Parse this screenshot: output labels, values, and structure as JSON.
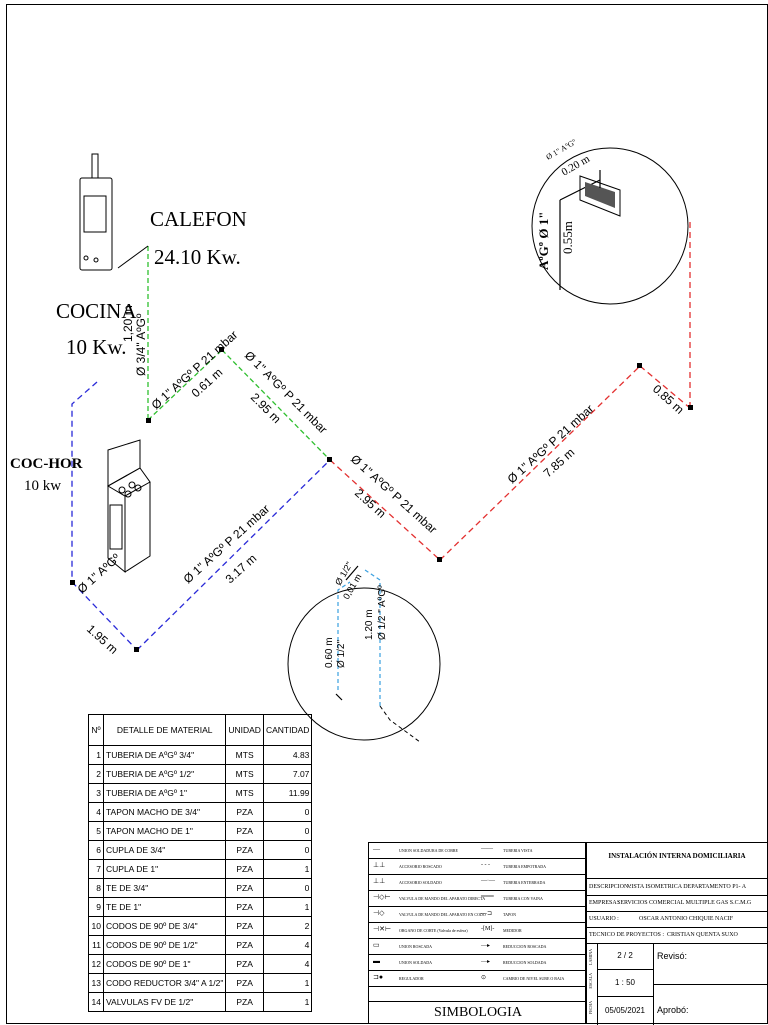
{
  "appliances": {
    "calefon": {
      "name": "CALEFON",
      "power": "24.10 Kw."
    },
    "cocina": {
      "name": "COCINA",
      "power": "10 Kw."
    },
    "coc_hor": {
      "name": "COC-HOR",
      "power": "10 kw"
    }
  },
  "pipe_labels": {
    "green_vertical": "Ø 3/4\" AºGº",
    "green_vertical_len": "1,20 m",
    "green_diag1": "Ø 1\" AºGº P 21 mbar",
    "green_diag1_len": "0.61 m",
    "green_diag2": "Ø 1\" AºGº P 21 mbar",
    "green_diag2_len": "2.95 m",
    "blue_diag": "Ø 1\" AºGº P 21 mbar",
    "blue_diag_len": "3.17 m",
    "blue_left": "Ø 1\" AºGº",
    "blue_left_len": "1.95 m",
    "red_diag1": "Ø 1\" AºGº P 21 mbar",
    "red_diag1_len": "2.95 m",
    "red_diag2": "Ø 1\" AºGº P 21 mbar",
    "red_diag2_len": "7.85 m",
    "red_right_len": "0.85 m"
  },
  "detail_top": {
    "label_a": "Ø 1\" AºGº",
    "label_b": "0.20 m",
    "label_c": "AºGº Ø 1\"",
    "label_d": "0.55m"
  },
  "detail_bottom": {
    "label_a": "Ø 1/2\"",
    "label_b": "0,01 m",
    "label_c": "0.60 m",
    "label_d": "Ø 1/2\"",
    "label_e": "1.20 m",
    "label_f": "Ø 1/2 \" AºGº"
  },
  "materials": {
    "headers": [
      "Nº",
      "DETALLE DE MATERIAL",
      "UNIDAD",
      "CANTIDAD"
    ],
    "rows": [
      [
        "1",
        "TUBERIA DE AºGº 3/4\"",
        "MTS",
        "4.83"
      ],
      [
        "2",
        "TUBERIA DE AºGº 1/2\"",
        "MTS",
        "7.07"
      ],
      [
        "3",
        "TUBERIA DE AºGº 1\"",
        "MTS",
        "11.99"
      ],
      [
        "4",
        "TAPON MACHO DE 3/4\"",
        "PZA",
        "0"
      ],
      [
        "5",
        "TAPON MACHO DE 1\"",
        "PZA",
        "0"
      ],
      [
        "6",
        "CUPLA DE 3/4\"",
        "PZA",
        "0"
      ],
      [
        "7",
        "CUPLA DE 1\"",
        "PZA",
        "1"
      ],
      [
        "8",
        "TE DE 3/4\"",
        "PZA",
        "0"
      ],
      [
        "9",
        "TE DE 1\"",
        "PZA",
        "1"
      ],
      [
        "10",
        "CODOS DE 90º DE 3/4\"",
        "PZA",
        "2"
      ],
      [
        "11",
        "CODOS DE 90º DE 1/2\"",
        "PZA",
        "4"
      ],
      [
        "12",
        "CODOS DE 90º DE 1\"",
        "PZA",
        "4"
      ],
      [
        "13",
        "CODO REDUCTOR 3/4\" A 1/2\"",
        "PZA",
        "1"
      ],
      [
        "14",
        "VALVULAS FV DE 1/2\"",
        "PZA",
        "1"
      ]
    ]
  },
  "symbology": {
    "title": "SIMBOLOGIA",
    "left": [
      "UNION SOLDADURA DE COBRE",
      "ACCESORIO ROSCADO",
      "ACCESORIO SOLDADO",
      "VALVULA DE MANDO DEL APARATO DIRECTA",
      "VALVULA DE MANDO DEL APARATO EN CODO",
      "ORGANO DE CORTE (Valvula de esfera)",
      "UNION ROSCADA",
      "UNION SOLDADA",
      "REGULADOR"
    ],
    "right": [
      "TUBERIA VISTA",
      "TUBERIA EMPOTRADA",
      "TUBERIA ENTERRADA",
      "TUBERIA CON VAINA",
      "TAPON",
      "MEDIDOR",
      "REDUCCION ROSCADA",
      "REDUCCION SOLDADA",
      "CAMBIO DE NIVEL SUBE O BAJA"
    ]
  },
  "title_block": {
    "heading": "INSTALACIÓN INTERNA DOMICILIARIA",
    "descripcion_label": "DESCRIPCION :",
    "descripcion": "VISTA ISOMETRICA DEPARTAMENTO P1- A",
    "empresa_label": "EMPRESA :",
    "empresa": "SERVICIOS COMERCIAL MULTIPLE GAS S.C.M.G",
    "usuario_label": "USUARIO :",
    "usuario": "OSCAR ANTONIO CHIQUIE NACIF",
    "tecnico_label": "TECNICO DE PROYECTOS :",
    "tecnico": "CRISTIAN QUENTA SUXO",
    "lamina": "2 / 2",
    "escala": "1 : 50",
    "fecha": "05/05/2021",
    "reviso": "Revisó:",
    "aprobo": "Aprobó:",
    "side_lamina": "LAMINA",
    "side_escala": "ESCALA",
    "side_fecha": "FECHA"
  },
  "colors": {
    "green": "#2fbf2f",
    "blue": "#2a2ad8",
    "red": "#e33030",
    "lightblue": "#3aa0e0"
  }
}
